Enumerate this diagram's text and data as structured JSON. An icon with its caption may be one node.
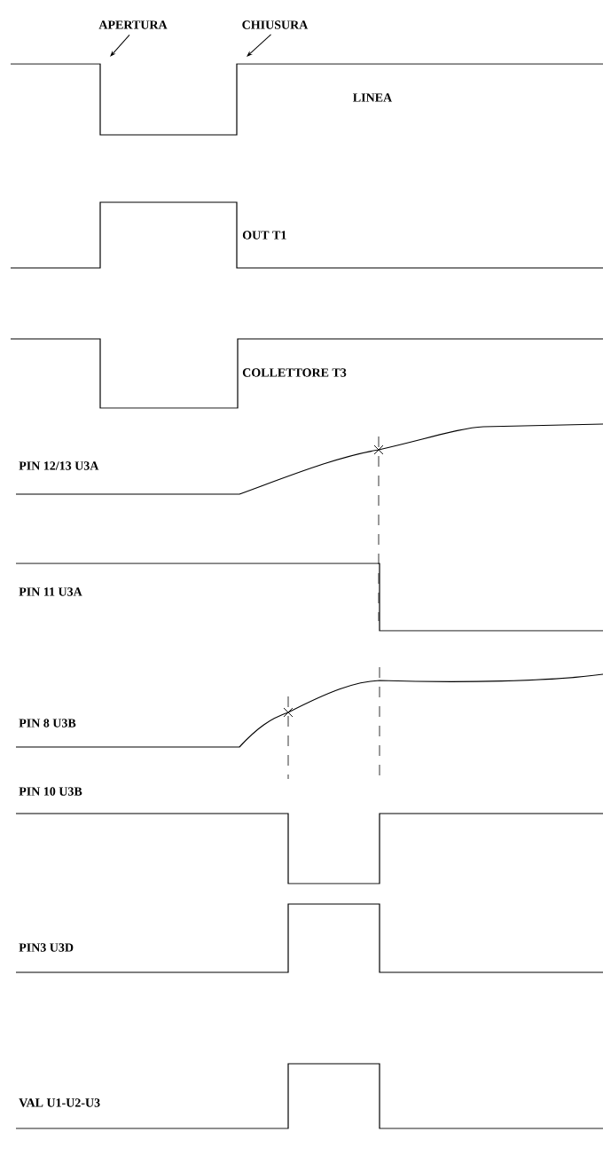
{
  "diagram": {
    "nodes": [
      {
        "text": [
          "APERTURA"
        ]
      },
      {
        "text": [
          "CHIUSURA"
        ]
      }
    ],
    "edges": [
      {
        "from": 0,
        "to": null,
        "arrow": "to"
      },
      {
        "from": 1,
        "to": null,
        "arrow": "to"
      }
    ],
    "labels": [
      "LINEA",
      "OUT T1",
      "COLLETTORE T3",
      "PIN 12/13 U3A",
      "PIN 11 U3A",
      "PIN 8 U3B",
      "PIN 10 U3B",
      "PIN3 U3D",
      "VAL U1-U2-U3"
    ]
  }
}
